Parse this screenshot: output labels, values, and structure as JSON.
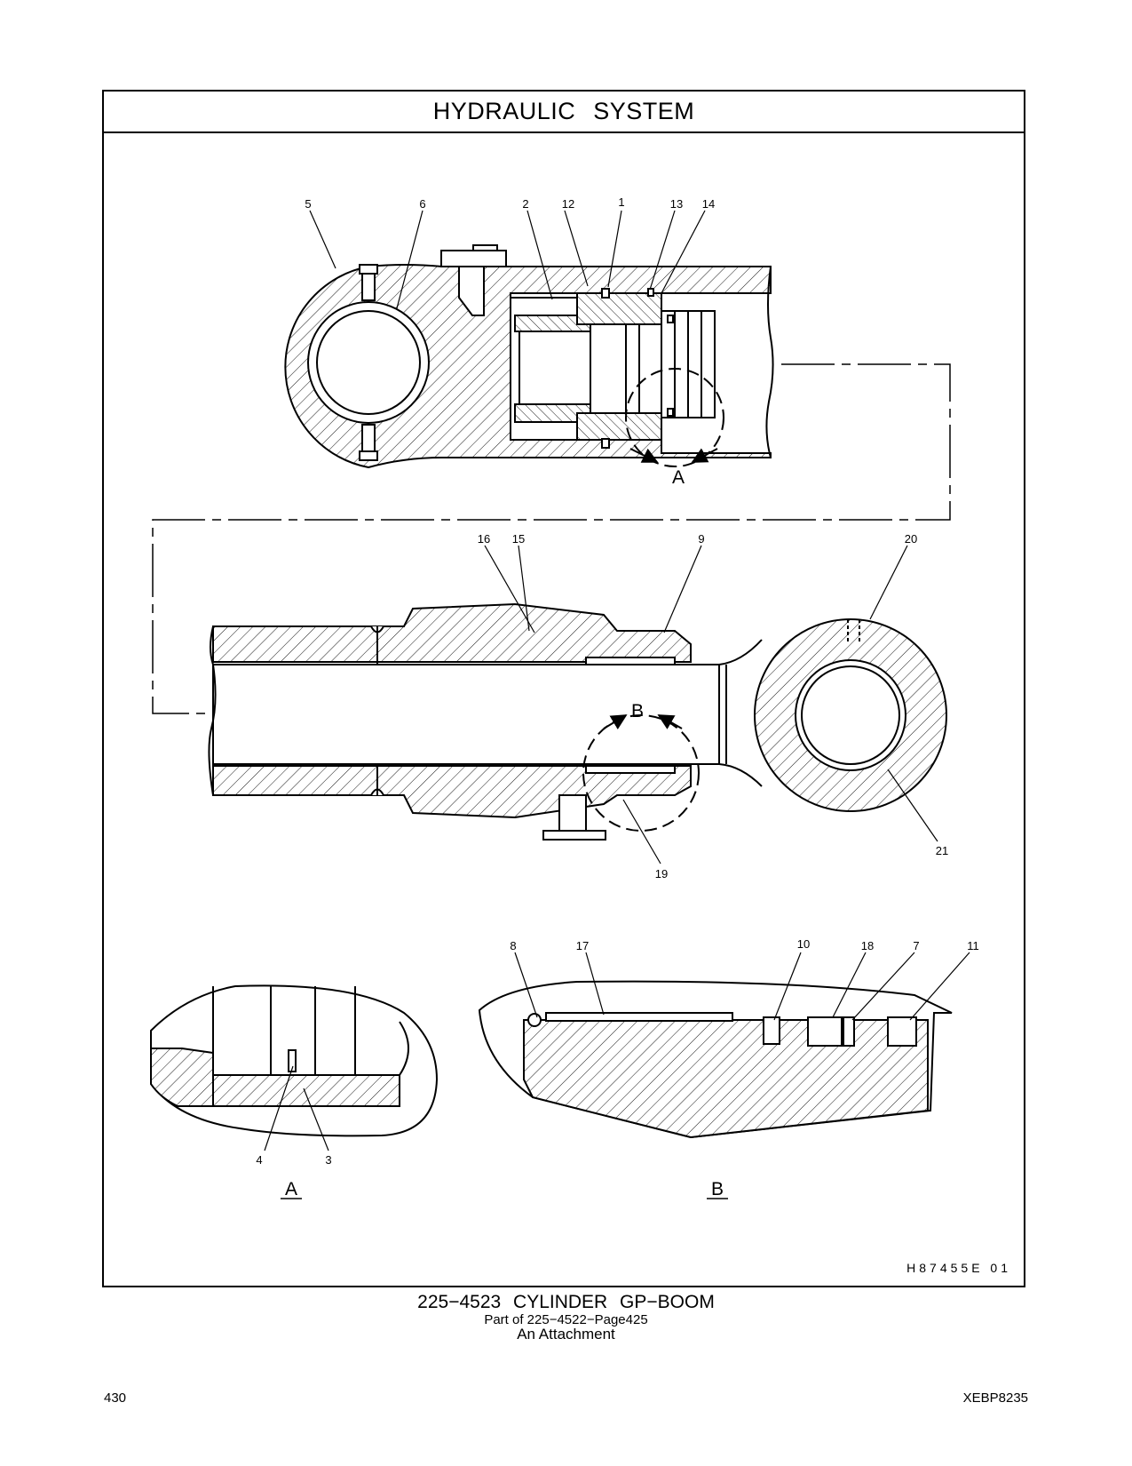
{
  "header": {
    "title": "HYDRAULIC   SYSTEM"
  },
  "figure": {
    "code": "H87455E    01",
    "callouts": {
      "c1": "1",
      "c2": "2",
      "c3": "3",
      "c4": "4",
      "c5": "5",
      "c6": "6",
      "c7": "7",
      "c8": "8",
      "c9": "9",
      "c10": "10",
      "c11": "11",
      "c12": "12",
      "c13": "13",
      "c14": "14",
      "c15": "15",
      "c16": "16",
      "c17": "17",
      "c18": "18",
      "c19": "19",
      "c20": "20",
      "c21": "21"
    },
    "detail_a": "A",
    "detail_b": "B",
    "view_a": "A",
    "view_b": "B"
  },
  "caption": {
    "line1": "225−4523   CYLINDER  GP−BOOM",
    "line2": "Part of 225−4522−Page425",
    "line3": "An Attachment"
  },
  "footer": {
    "page_number": "430",
    "doc_id": "XEBP8235"
  }
}
